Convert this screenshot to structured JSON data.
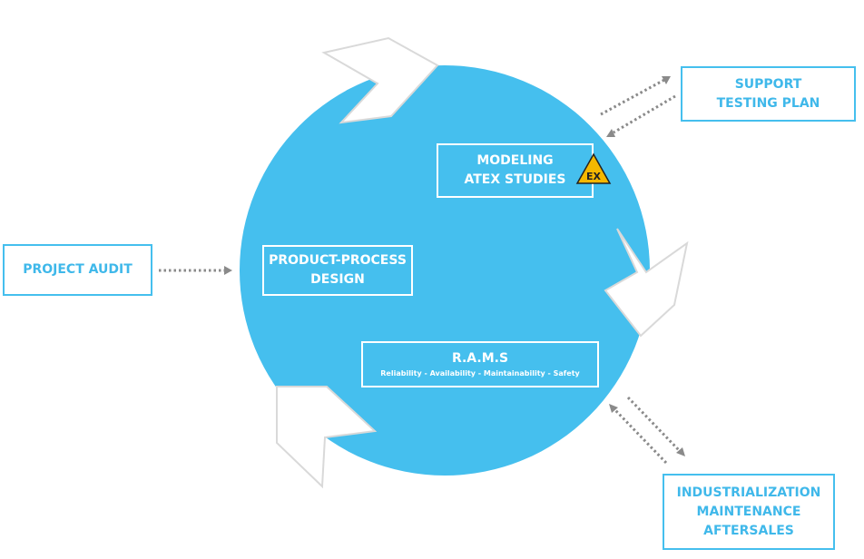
{
  "colors": {
    "circle": "#45bfee",
    "box_text": "#3fb8ea",
    "arrow_dots": "#8a8a8a",
    "atex_fill": "#f5b800"
  },
  "center": {
    "modeling": {
      "line1": "MODELING",
      "line2": "ATEX STUDIES",
      "badge": "EX"
    },
    "product": {
      "line1": "PRODUCT-PROCESS",
      "line2": "DESIGN"
    },
    "rams": {
      "title": "R.A.M.S",
      "subtitle": "Reliability - Availability - Maintainability - Safety"
    }
  },
  "outer": {
    "project_audit": "PROJECT AUDIT",
    "support": {
      "line1": "SUPPORT",
      "line2": "TESTING PLAN"
    },
    "industrialization": {
      "line1": "INDUSTRIALIZATION",
      "line2": "MAINTENANCE",
      "line3": "AFTERSALES"
    }
  },
  "icons": [
    "cycle-arrow-icon",
    "atex-warning-icon"
  ]
}
